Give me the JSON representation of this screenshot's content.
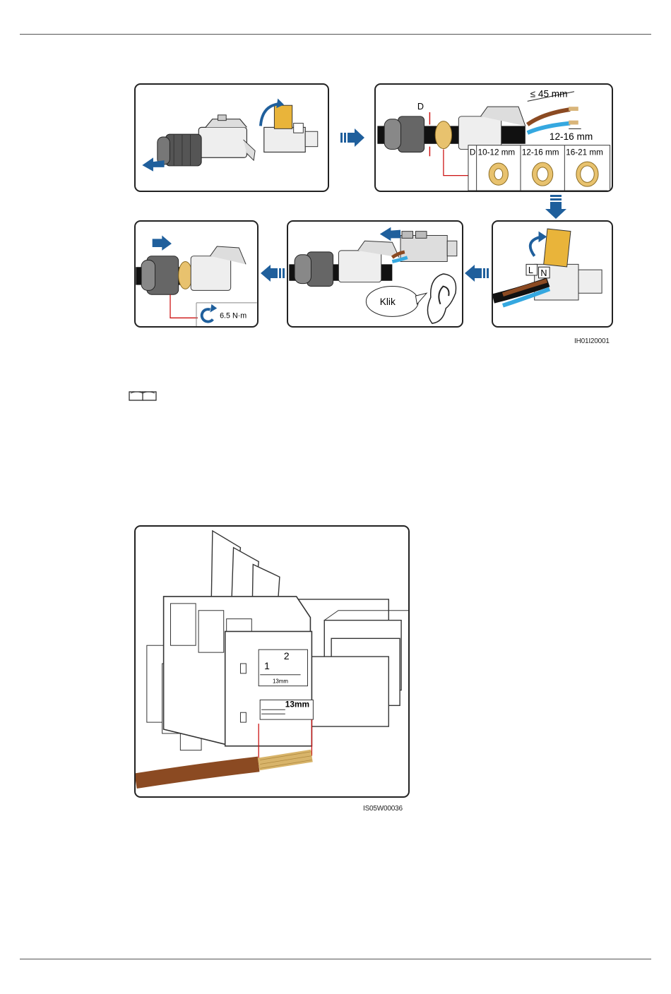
{
  "figure1": {
    "code": "IH01I20001",
    "panel2": {
      "label_d": "D",
      "dim_strip": "≤ 45 mm",
      "dim_core": "12-16 mm",
      "table_head": [
        "D",
        "10-12 mm",
        "12-16 mm",
        "16-21 mm"
      ]
    },
    "panel3": {
      "label_l": "L",
      "label_n": "N"
    },
    "panel4": {
      "klik": "Klik"
    },
    "panel5": {
      "torque": "6.5 N·m"
    }
  },
  "figure2": {
    "code": "IS05W00036",
    "steps": [
      "1",
      "2"
    ],
    "dim_small": "13mm",
    "dim_large": "13mm"
  },
  "colors": {
    "arrow_blue": "#1f5f9c",
    "brown_wire": "#8b4a22",
    "blue_wire": "#35a8e0",
    "ring": "#e8c26e",
    "red_guide": "#cc1111"
  },
  "icons": [
    "book-note-icon"
  ]
}
